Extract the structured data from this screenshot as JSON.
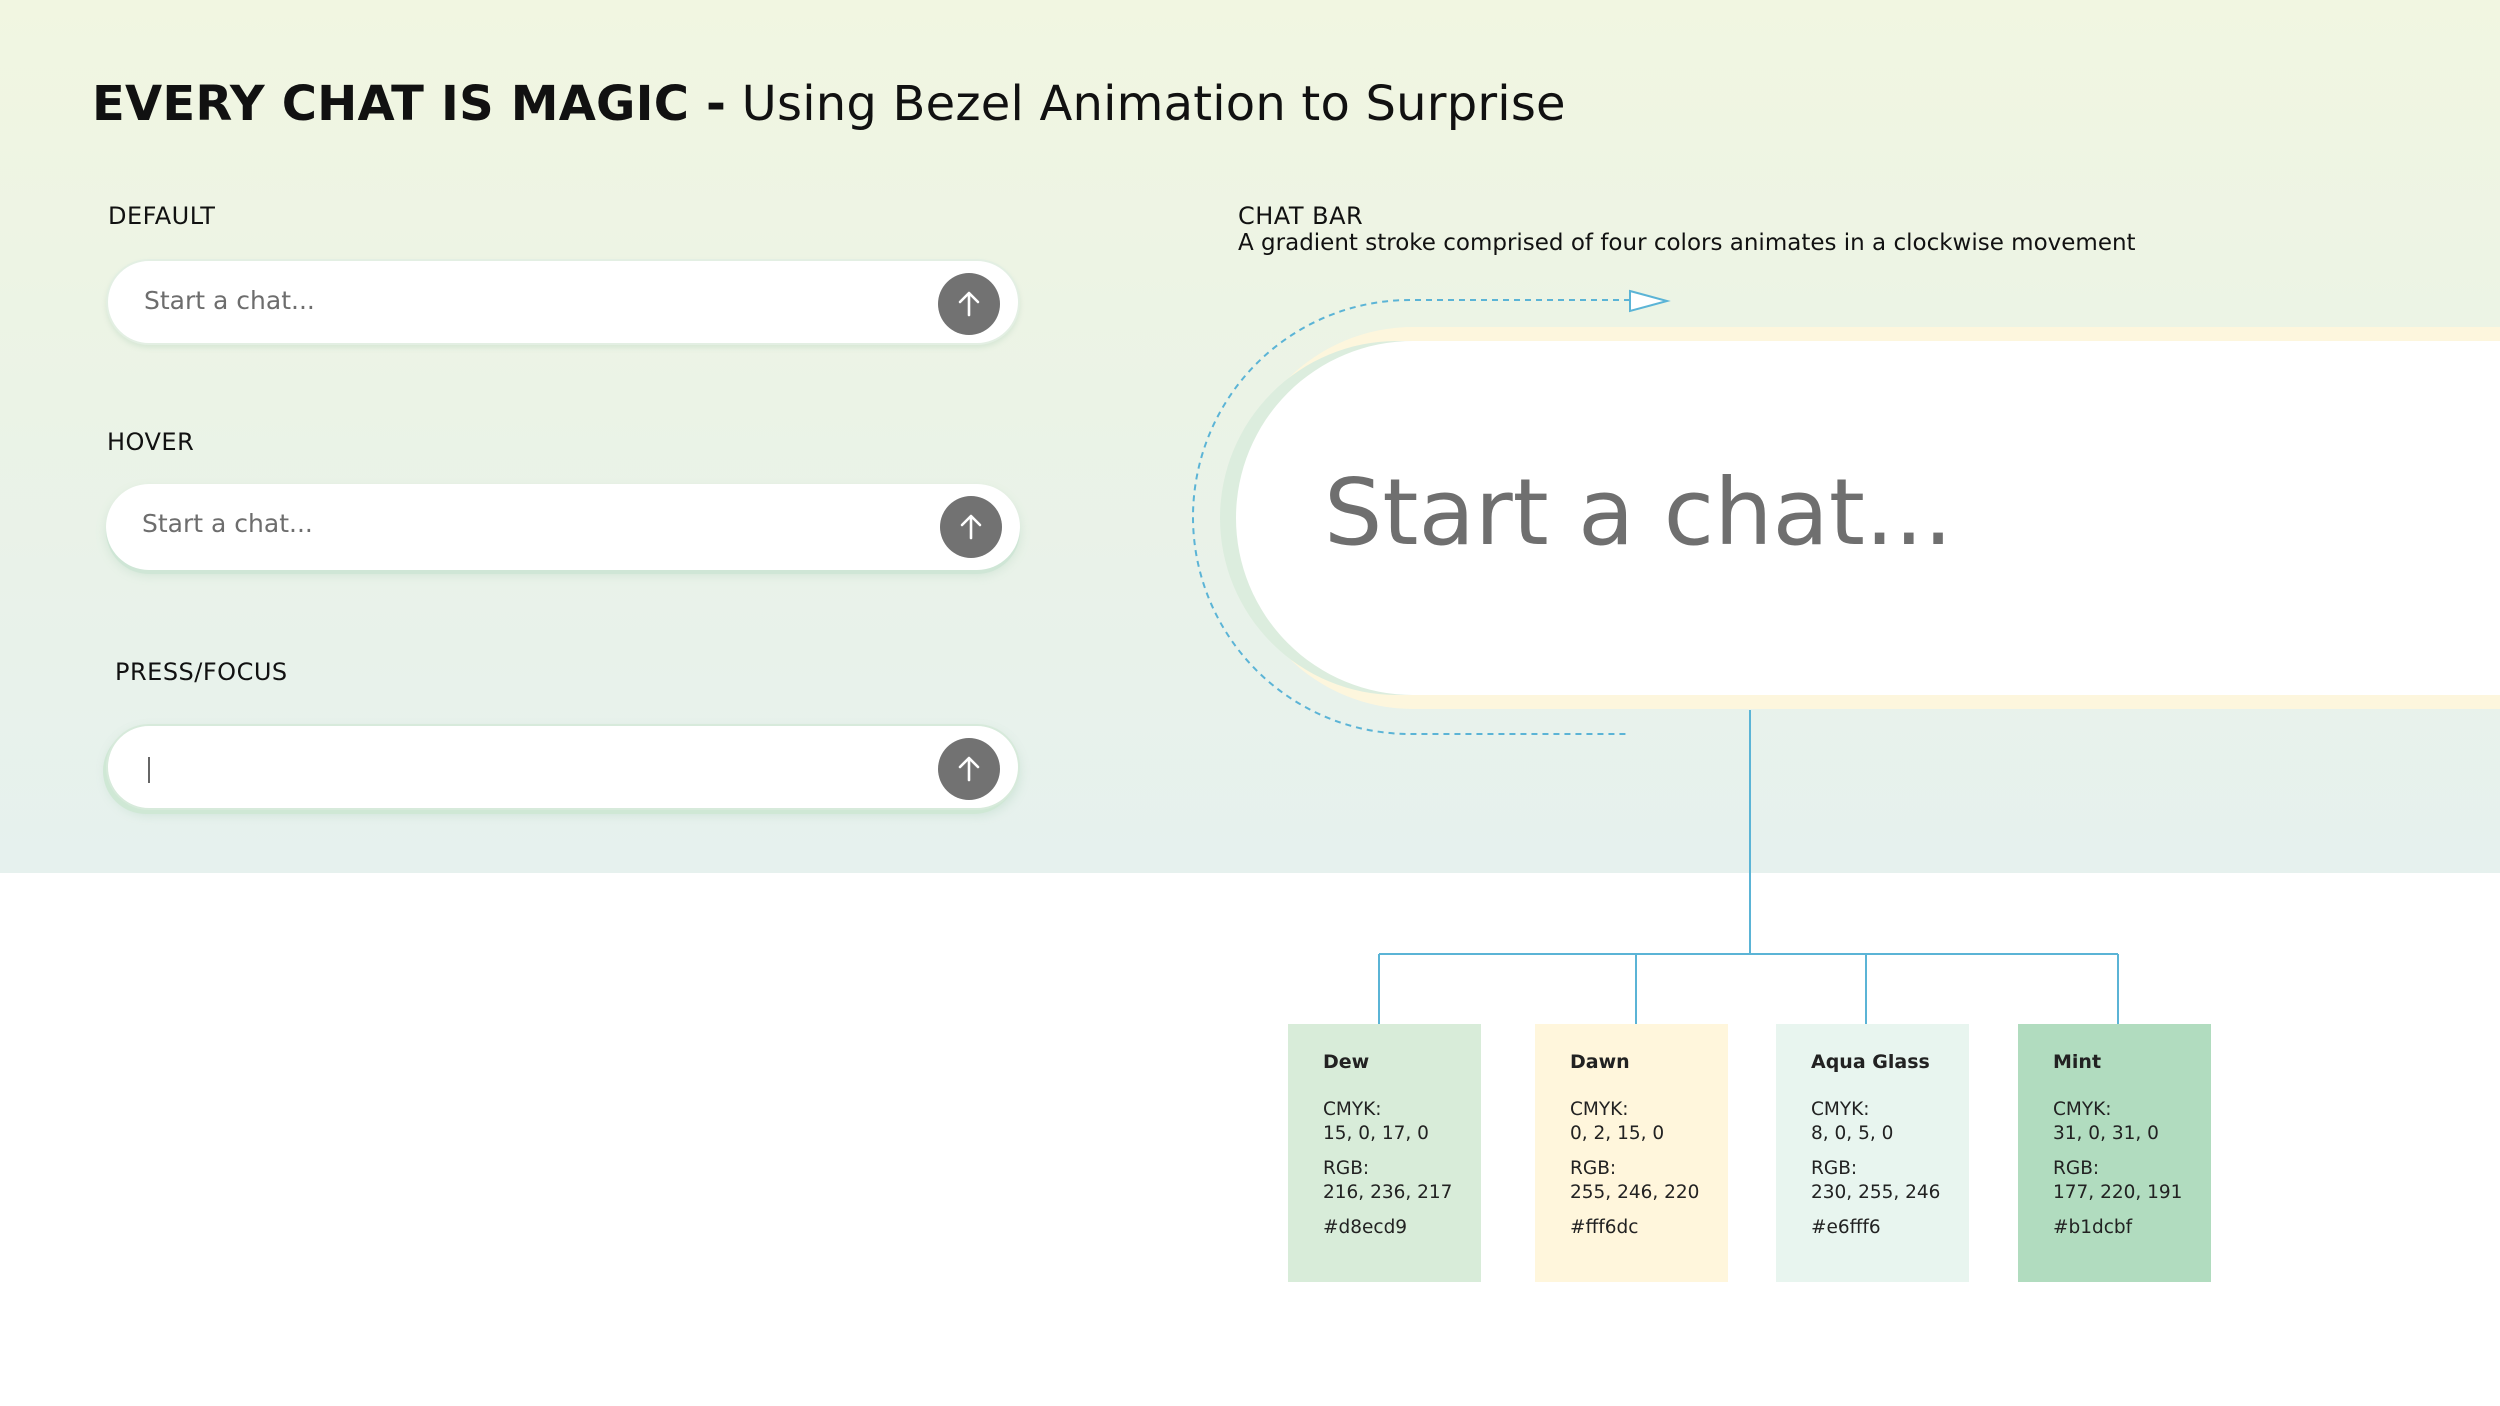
{
  "title": {
    "bold": "EVERY CHAT IS MAGIC -",
    "regular": "Using Bezel Animation to Surprise"
  },
  "states": [
    {
      "label": "DEFAULT",
      "placeholder": "Start a chat..."
    },
    {
      "label": "HOVER",
      "placeholder": "Start a chat..."
    },
    {
      "label": "PRESS/FOCUS",
      "placeholder": ""
    }
  ],
  "chat_bar": {
    "label": "CHAT BAR",
    "description": "A gradient stroke comprised of four colors animates in a clockwise movement",
    "placeholder": "Start a chat..."
  },
  "icons": {
    "send": "arrow-up-icon",
    "direction": "clockwise-arrow-icon"
  },
  "swatches": [
    {
      "name": "Dew",
      "cmyk_label": "CMYK:",
      "cmyk": "15, 0, 17, 0",
      "rgb_label": "RGB:",
      "rgb": "216, 236, 217",
      "hex": "#d8ecd9",
      "color": "#d8ecd9"
    },
    {
      "name": "Dawn",
      "cmyk_label": "CMYK:",
      "cmyk": "0, 2, 15, 0",
      "rgb_label": "RGB:",
      "rgb": "255, 246, 220",
      "hex": "#fff6dc",
      "color": "#fff6dc"
    },
    {
      "name": "Aqua Glass",
      "cmyk_label": "CMYK:",
      "cmyk": "8, 0, 5, 0",
      "rgb_label": "RGB:",
      "rgb": "230, 255, 246",
      "hex": "#e6fff6",
      "color": "#e8f5ef"
    },
    {
      "name": "Mint",
      "cmyk_label": "CMYK:",
      "cmyk": "31, 0, 31, 0",
      "rgb_label": "RGB:",
      "rgb": "177, 220, 191",
      "hex": "#b1dcbf",
      "color": "#b1dcbf"
    }
  ],
  "colors": {
    "send_button": "#727272",
    "connector_line": "#5bb4d6"
  }
}
